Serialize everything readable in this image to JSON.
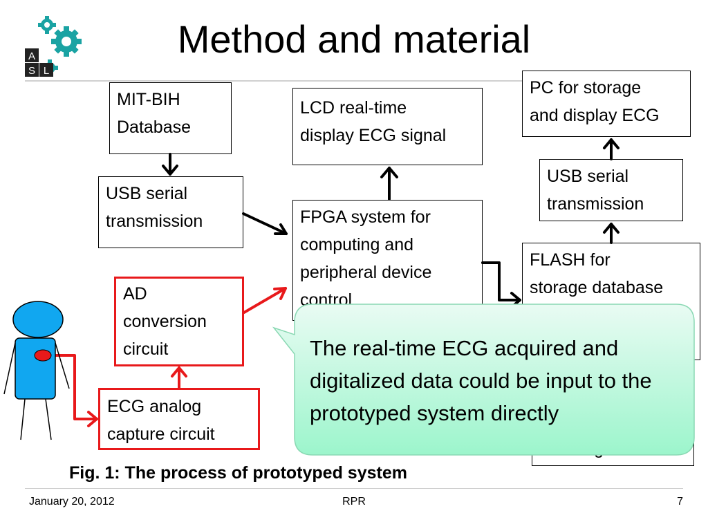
{
  "slide": {
    "title": "Method and material",
    "caption": "Fig. 1: The process of prototyped system",
    "footer": {
      "date": "January 20, 2012",
      "center": "RPR",
      "page": "7"
    }
  },
  "logo": {
    "letters": [
      "A",
      "S",
      "L"
    ],
    "gear_color": "#1aa3a3"
  },
  "boxes": {
    "mit_bih": "MIT-BIH\nDatabase",
    "usb_left": "USB serial\ntransmission",
    "ad": "AD\nconversion\ncircuit",
    "ecg_analog": "ECG analog\ncapture circuit",
    "lcd": "LCD real-time\ndisplay ECG signal",
    "fpga": "FPGA system for\ncomputing and\nperipheral device\ncontrol",
    "pc": "PC for storage\nand display ECG",
    "usb_right": "USB serial\ntransmission",
    "flash": "FLASH for\nstorage database",
    "ecg_signal_partial": "ECG signal"
  },
  "callout": {
    "text": "The real-time ECG acquired and digitalized data could be input to the prototyped system directly",
    "gradient_top": "#e9fbf3",
    "gradient_bottom": "#9cf5cc",
    "border": "#8ad8b3"
  },
  "colors": {
    "red_path": "#e8191b",
    "person_fill": "#11a7f0",
    "heart": "#e8191b"
  }
}
